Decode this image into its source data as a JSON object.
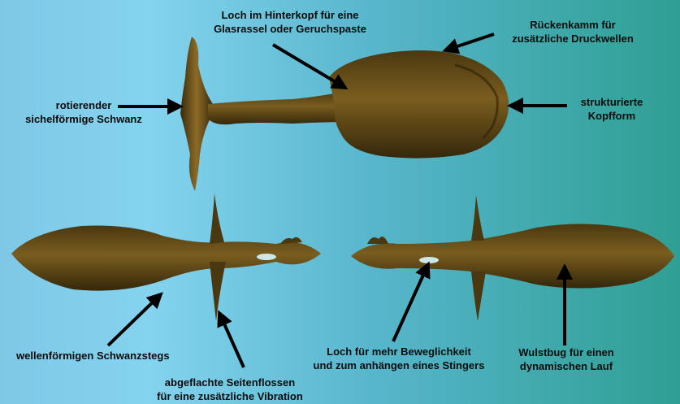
{
  "colors": {
    "background_left": "#84d3ef",
    "background_right": "#2f9f93",
    "model_dark": "#3d2e0d",
    "model_light": "#8a6a25",
    "arrow": "#000000"
  },
  "labels": {
    "hinterkopf": {
      "line1": "Loch im Hinterkopf für eine",
      "line2": "Glasrassel oder Geruchspaste"
    },
    "rueckenkamm": {
      "line1": "Rückenkamm für",
      "line2": "zusätzliche Druckwellen"
    },
    "schwanz": {
      "line1": "rotierender",
      "line2": "sichelförmige Schwanz"
    },
    "kopfform": {
      "line1": "strukturierte",
      "line2": "Kopfform"
    },
    "schwanzsteg": {
      "line1": "wellenförmigen Schwanzstegs"
    },
    "seitenflossen": {
      "line1": "abgeflachte Seitenflossen",
      "line2": "für eine zusätzliche Vibration"
    },
    "beweglichkeit": {
      "line1": "Loch für mehr Beweglichkeit",
      "line2": "und zum anhängen eines Stingers"
    },
    "wulstbug": {
      "line1": "Wulstbug für einen",
      "line2": "dynamischen Lauf"
    }
  }
}
